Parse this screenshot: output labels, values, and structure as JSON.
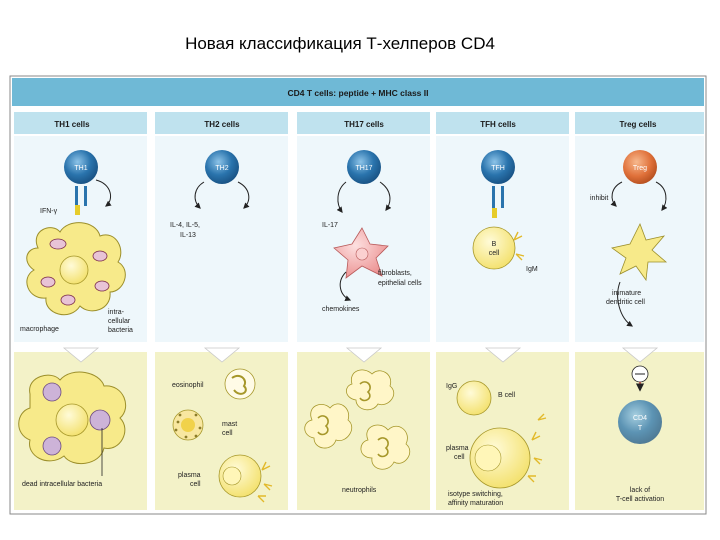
{
  "title": "Новая классификация Т-хелперов CD4",
  "header": "CD4 T cells: peptide + MHC class II",
  "colors": {
    "header_band": "#6fb9d6",
    "column_head": "#bfe2ee",
    "upper_panel": "#eef7fb",
    "lower_panel": "#f3f2c8",
    "cell_blue": "#2a74ad",
    "cell_orange": "#e0713a",
    "yellow_cell": "#f7ea8a",
    "pink_cell": "#f2a9a9"
  },
  "columns": [
    {
      "name": "TH1 cells",
      "cell": "TH1",
      "upper_labels": [
        "IFN-γ",
        "macrophage",
        "intra-",
        "cellular",
        "bacteria"
      ],
      "lower_labels": [
        "dead intracellular bacteria"
      ]
    },
    {
      "name": "TH2 cells",
      "cell": "TH2",
      "upper_labels": [
        "IL-4, IL-5,",
        "IL-13"
      ],
      "lower_labels": [
        "eosinophil",
        "mast",
        "cell",
        "plasma",
        "cell"
      ]
    },
    {
      "name": "TH17 cells",
      "cell": "TH17",
      "upper_labels": [
        "IL-17",
        "fibroblasts,",
        "epithelial cells",
        "chemokines"
      ],
      "lower_labels": [
        "neutrophils"
      ]
    },
    {
      "name": "TFH cells",
      "cell": "TFH",
      "upper_labels": [
        "B",
        "cell",
        "IgM"
      ],
      "lower_labels": [
        "IgG",
        "B cell",
        "plasma",
        "cell",
        "isotype switching,",
        "affinity maturation"
      ]
    },
    {
      "name": "Treg cells",
      "cell": "Treg",
      "upper_labels": [
        "inhibit",
        "immature",
        "dendritic cell"
      ],
      "lower_labels": [
        "CD4",
        "T",
        "lack of",
        "T-cell activation"
      ]
    }
  ]
}
